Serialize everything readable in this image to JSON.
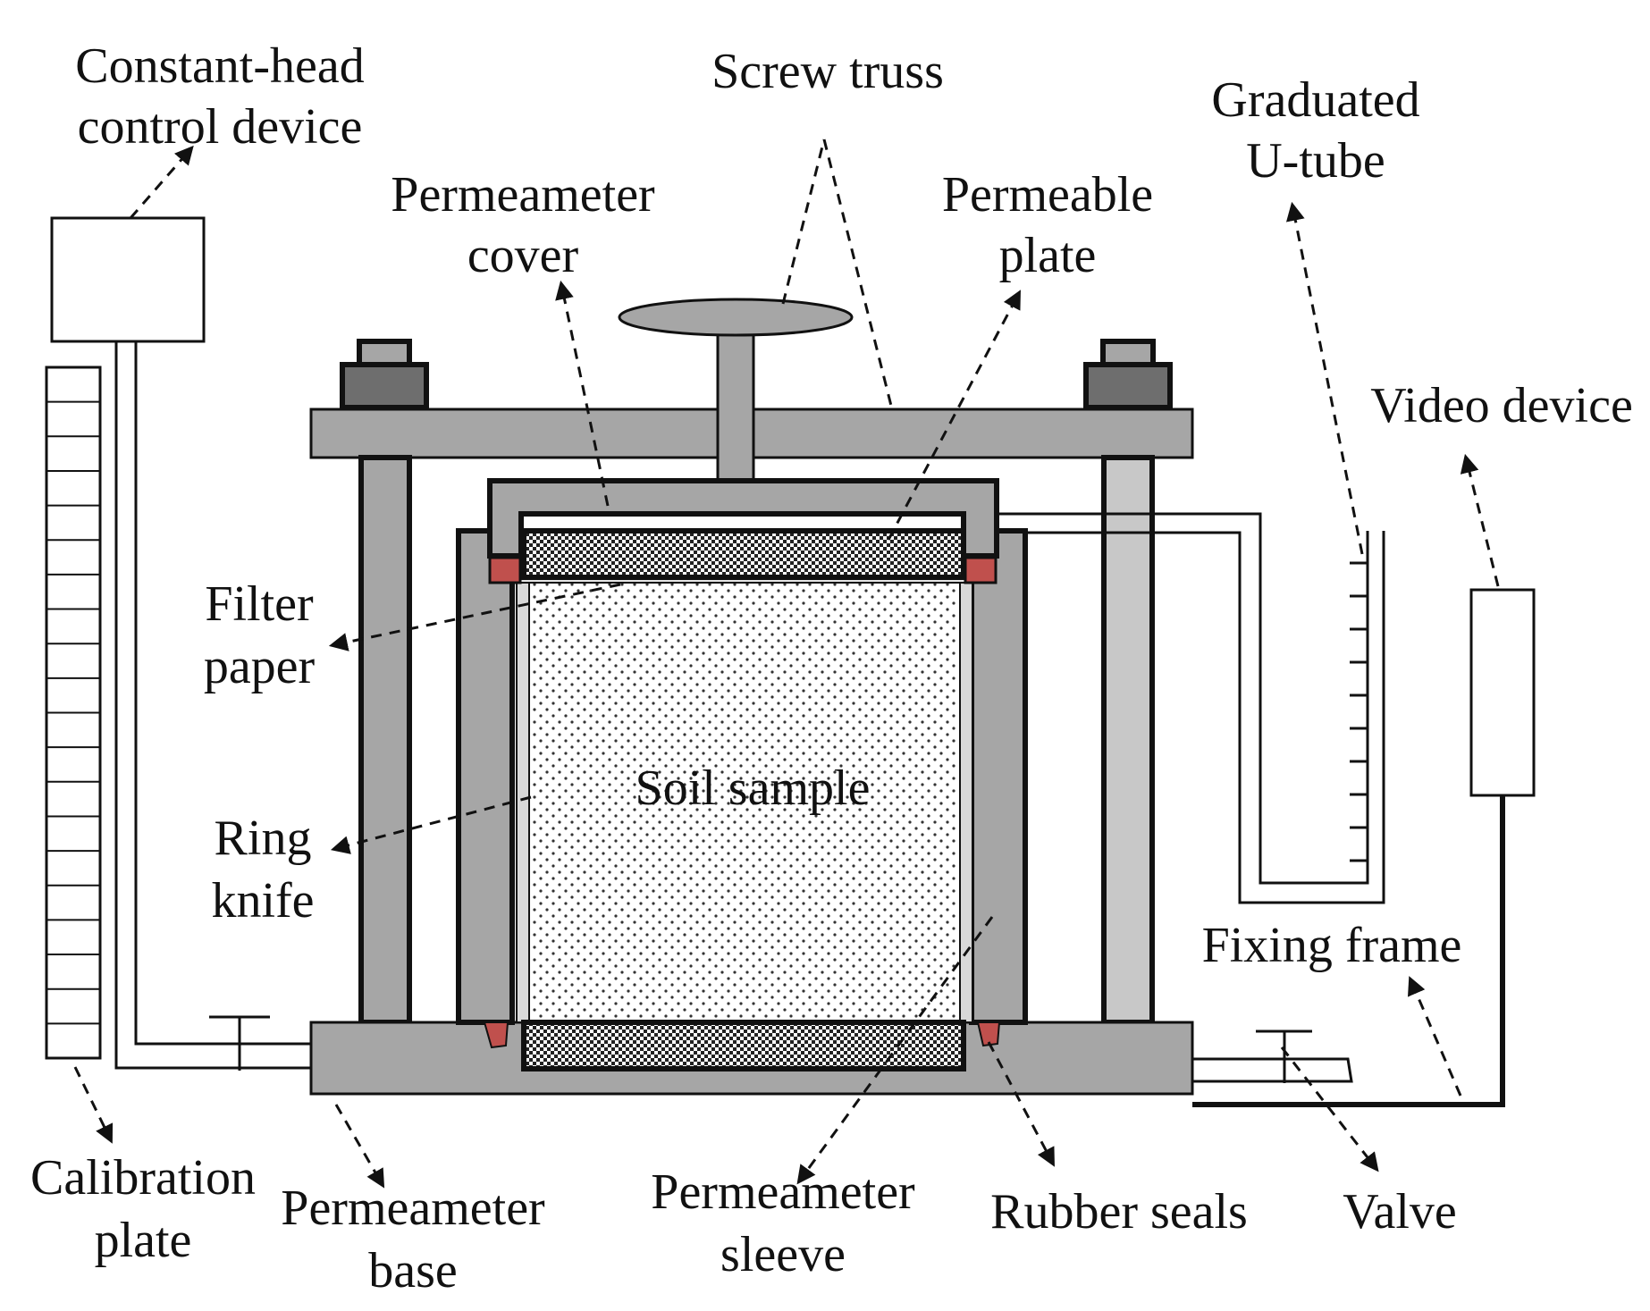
{
  "labels": {
    "constant_head_1": "Constant-head",
    "constant_head_2": "control device",
    "screw_truss": "Screw truss",
    "graduated_1": "Graduated",
    "graduated_2": "U-tube",
    "cover_1": "Permeameter",
    "cover_2": "cover",
    "permeable_1": "Permeable",
    "permeable_2": "plate",
    "video_device": "Video device",
    "filter_1": "Filter",
    "filter_2": "paper",
    "soil_sample": "Soil sample",
    "ring_1": "Ring",
    "ring_2": "knife",
    "fixing_frame": "Fixing frame",
    "calibration_1": "Calibration",
    "calibration_2": "plate",
    "base_1": "Permeameter",
    "base_2": "base",
    "sleeve_1": "Permeameter",
    "sleeve_2": "sleeve",
    "rubber_seals": "Rubber seals",
    "valve": "Valve"
  },
  "colors": {
    "frame_gray": "#a6a6a6",
    "light_gray": "#c8c8c8",
    "dark_gray": "#6e6e6e",
    "seal_red": "#c0504d",
    "line": "#111111"
  }
}
